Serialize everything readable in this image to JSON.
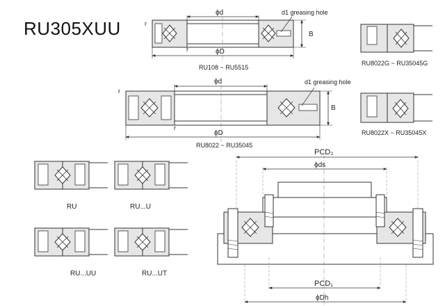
{
  "title": "RU305XUU",
  "views": {
    "top": {
      "d": "ϕd",
      "D": "ϕD",
      "hole": "d1 greasing hole",
      "B": "B",
      "r1": "r",
      "r2": "r",
      "caption": "RU108 ~ RU5515"
    },
    "mid": {
      "d": "ϕd",
      "D": "ϕD",
      "hole": "d1 greasing hole",
      "B": "B",
      "r1": "r",
      "r2": "r",
      "caption": "RU8022 ~ RU35045"
    },
    "right_top_caption": "RU8022G ~ RU35045G",
    "right_mid_caption": "RU8022X ~ RU35045X"
  },
  "variants": [
    "RU",
    "RU...U",
    "RU...UU",
    "RU...UT"
  ],
  "mount": {
    "pcd2": "PCD₂",
    "ds": "ϕds",
    "pcd1": "PCD₁",
    "dh": "ϕDh"
  },
  "colors": {
    "line": "#333333",
    "fill": "#e6e6e6",
    "dim": "#555555"
  }
}
